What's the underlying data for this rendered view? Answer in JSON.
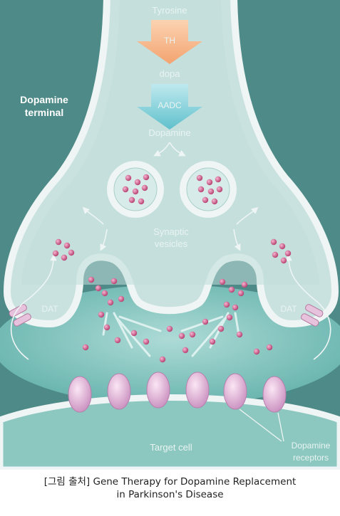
{
  "labels": {
    "tyrosine": "Tyrosine",
    "th": "TH",
    "dopa": "dopa",
    "aadc": "AADC",
    "dopamine": "Dopamine",
    "dopamine_terminal_line1": "Dopamine",
    "dopamine_terminal_line2": "terminal",
    "synaptic_line1": "Synaptic",
    "synaptic_line2": "vesicles",
    "dat_left": "DAT",
    "dat_right": "DAT",
    "target_cell": "Target cell",
    "receptors_line1": "Dopamine",
    "receptors_line2": "receptors"
  },
  "caption": {
    "line1": "[그림 출처] Gene Therapy for Dopamine Replacement",
    "line2": "in Parkinson's Disease"
  },
  "colors": {
    "background": "#4e8a87",
    "terminal_fill": "#c9e2df",
    "membrane": "#eef5f4",
    "synaptic_cleft": "#7ccac3",
    "target_cell": "#8cc7c0",
    "th_arrow": "#f6b98c",
    "aadc_arrow": "#8ed3db",
    "dopamine_molecule": "#c2487a",
    "receptor": "#e6b9dc"
  }
}
